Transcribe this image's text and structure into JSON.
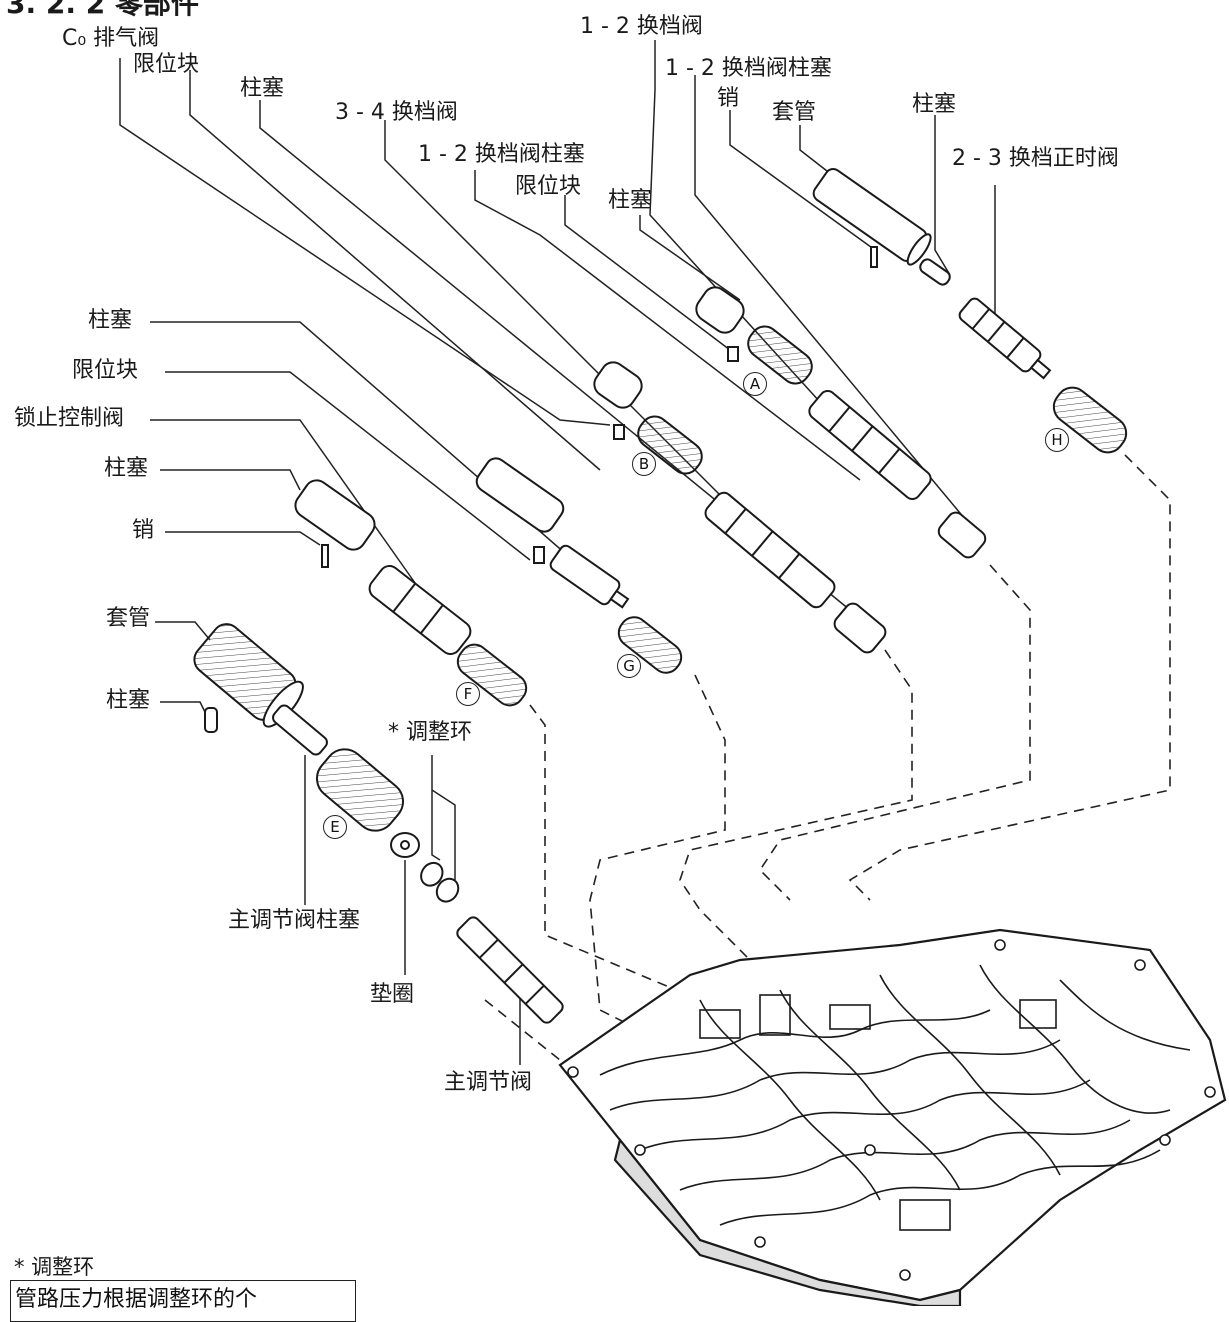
{
  "page_heading": "3. 2. 2 零部件",
  "footnote": "* 调整环",
  "note_box": "管路压力根据调整环的个",
  "labels": {
    "c0_exhaust_valve": "C₀ 排气阀",
    "stopper_a": "限位块",
    "plunger_a": "柱塞",
    "shift_valve_34": "3 - 4 换档阀",
    "shift_valve_12": "1 - 2 换档阀",
    "shift_valve_12_plunger_a": "1 - 2 换档阀柱塞",
    "shift_valve_12_plunger_b": "1 - 2 换档阀柱塞",
    "stopper_b": "限位块",
    "plunger_b": "柱塞",
    "pin_a": "销",
    "sleeve_a": "套管",
    "plunger_c": "柱塞",
    "timing_valve_23": "2 - 3 换档正时阀",
    "plunger_d": "柱塞",
    "stopper_c": "限位块",
    "lockup_control_valve": "锁止控制阀",
    "plunger_e": "柱塞",
    "pin_b": "销",
    "sleeve_b": "套管",
    "plunger_f": "柱塞",
    "adjusting_ring": "* 调整环",
    "main_regulator_plunger": "主调节阀柱塞",
    "washer": "垫圈",
    "main_regulator_valve": "主调节阀"
  },
  "spring_marks": {
    "A": "A",
    "B": "B",
    "E": "E",
    "F": "F",
    "G": "G",
    "H": "H"
  }
}
